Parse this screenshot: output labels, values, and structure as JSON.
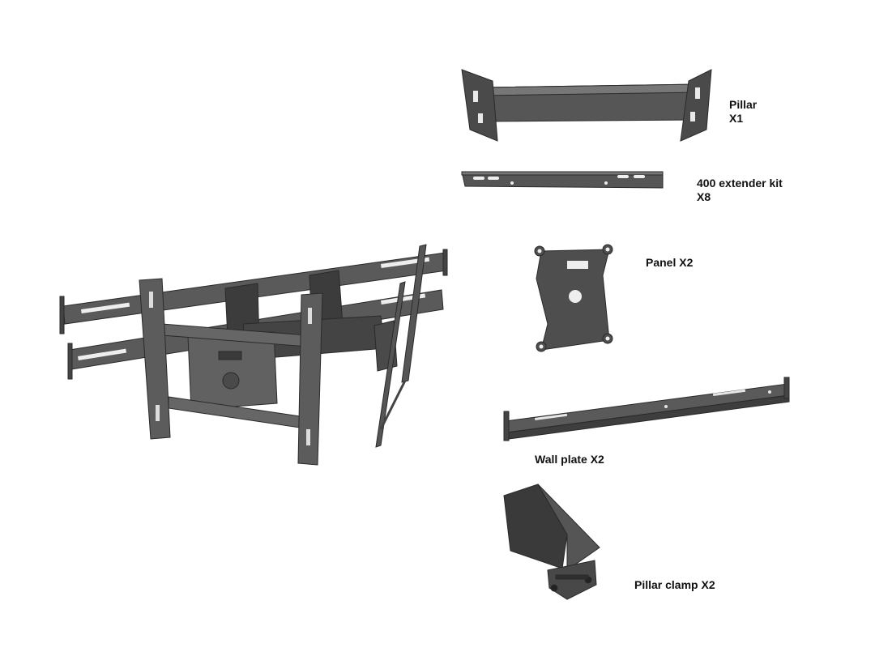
{
  "parts": {
    "pillar": {
      "name": "Pillar",
      "qty": "X1",
      "icon": "pillar-bracket-icon"
    },
    "extender": {
      "name": "400 extender kit",
      "qty": "X8",
      "icon": "extender-bar-icon"
    },
    "panel": {
      "label": "Panel X2",
      "icon": "vesa-panel-icon"
    },
    "wall_plate": {
      "label": "Wall plate X2",
      "icon": "wall-rail-icon"
    },
    "pillar_clamp": {
      "label": "Pillar clamp X2",
      "icon": "pillar-clamp-icon"
    }
  },
  "assembly": {
    "icon": "assembled-tv-mount-icon"
  },
  "colors": {
    "background": "#ffffff",
    "metal_dark": "#3a3a3a",
    "metal_mid": "#555555",
    "metal_light": "#6e6e6e",
    "label_text": "#111111"
  }
}
